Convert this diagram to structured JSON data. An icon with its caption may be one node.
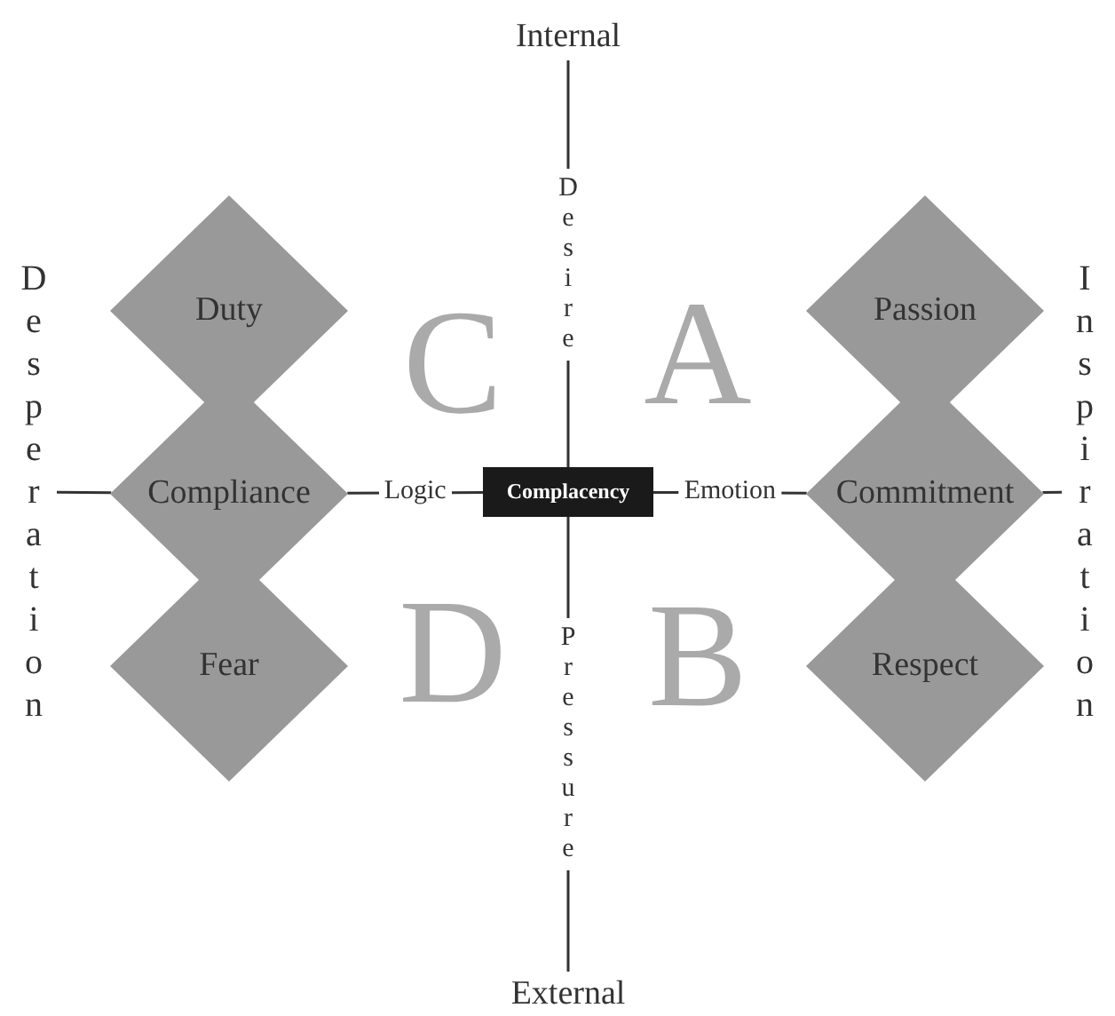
{
  "diagram": {
    "nodes": [
      {
        "text": [
          "Internal"
        ]
      },
      {
        "text": [
          "Desperation"
        ]
      },
      {
        "text": [
          "Duty"
        ]
      },
      {
        "text": [
          "Compliance"
        ]
      },
      {
        "text": [
          "Fear"
        ]
      },
      {
        "text": [
          "Complacency"
        ]
      },
      {
        "text": [
          "Passion"
        ]
      },
      {
        "text": [
          "Commitment"
        ]
      },
      {
        "text": [
          "Respect"
        ]
      },
      {
        "text": [
          "Inspiration"
        ]
      },
      {
        "text": [
          "External"
        ]
      }
    ],
    "edges": [
      {
        "from": 1,
        "to": 3,
        "arrow": "none"
      },
      {
        "from": 3,
        "to": 5,
        "arrow": "none",
        "label": "Logic"
      },
      {
        "from": 5,
        "to": 7,
        "arrow": "none",
        "label": "Emotion"
      },
      {
        "from": 7,
        "to": 9,
        "arrow": "none"
      },
      {
        "from": 0,
        "to": 5,
        "arrow": "none",
        "label": "Desire"
      },
      {
        "from": 5,
        "to": 10,
        "arrow": "none",
        "label": "Pressure"
      }
    ],
    "labels": [
      "C",
      "A",
      "D",
      "B"
    ]
  }
}
